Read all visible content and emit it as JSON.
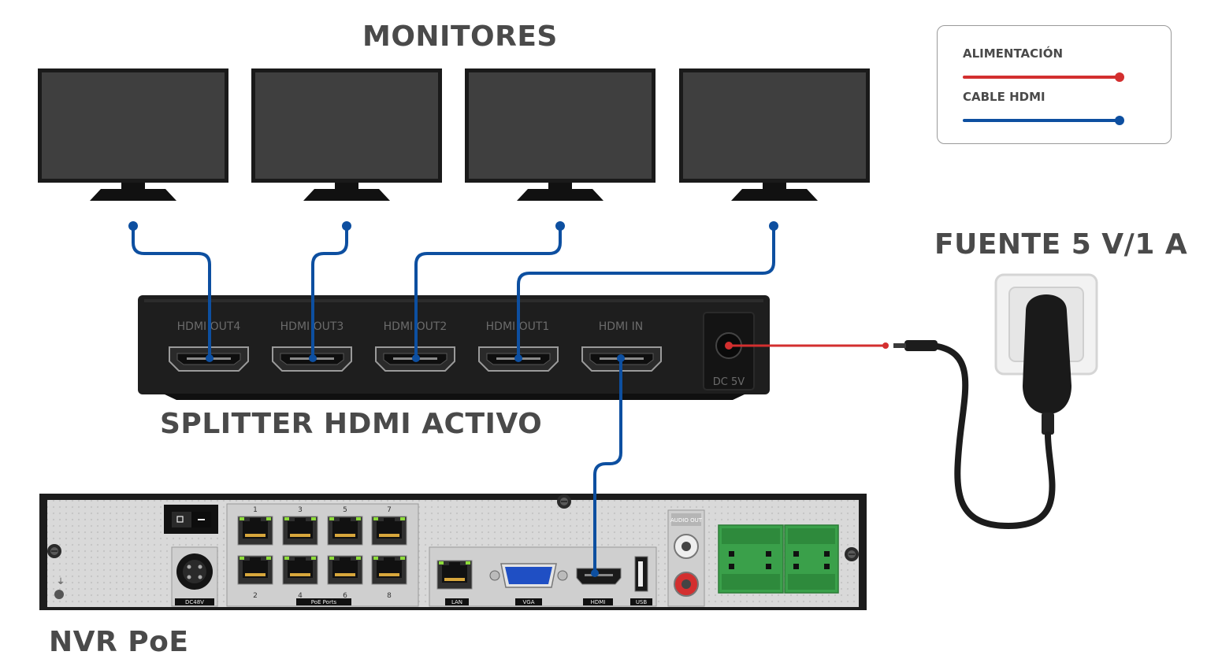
{
  "titles": {
    "monitors": "MONITORES",
    "power_supply": "FUENTE 5 V/1 A",
    "splitter": "SPLITTER HDMI ACTIVO",
    "nvr": "NVR PoE"
  },
  "legend": {
    "power_label": "ALIMENTACIÓN",
    "hdmi_label": "CABLE HDMI",
    "power_color": "#d32f2f",
    "hdmi_color": "#0d4fa0"
  },
  "splitter_ports": {
    "out4": "HDMI OUT4",
    "out3": "HDMI OUT3",
    "out2": "HDMI OUT2",
    "out1": "HDMI OUT1",
    "in": "HDMI IN",
    "dc": "DC 5V"
  },
  "nvr_labels": {
    "poe_top": [
      "1",
      "3",
      "5",
      "7"
    ],
    "poe_bottom": [
      "2",
      "4",
      "6",
      "8"
    ],
    "poe_ports": "PoE Ports",
    "dc48v": "DC48V",
    "lan": "LAN",
    "vga": "VGA",
    "hdmi": "HDMI",
    "usb": "USB",
    "audio_out": "AUDIO OUT"
  },
  "monitors": [
    {
      "name": "monitor-1"
    },
    {
      "name": "monitor-2"
    },
    {
      "name": "monitor-3"
    },
    {
      "name": "monitor-4"
    }
  ]
}
